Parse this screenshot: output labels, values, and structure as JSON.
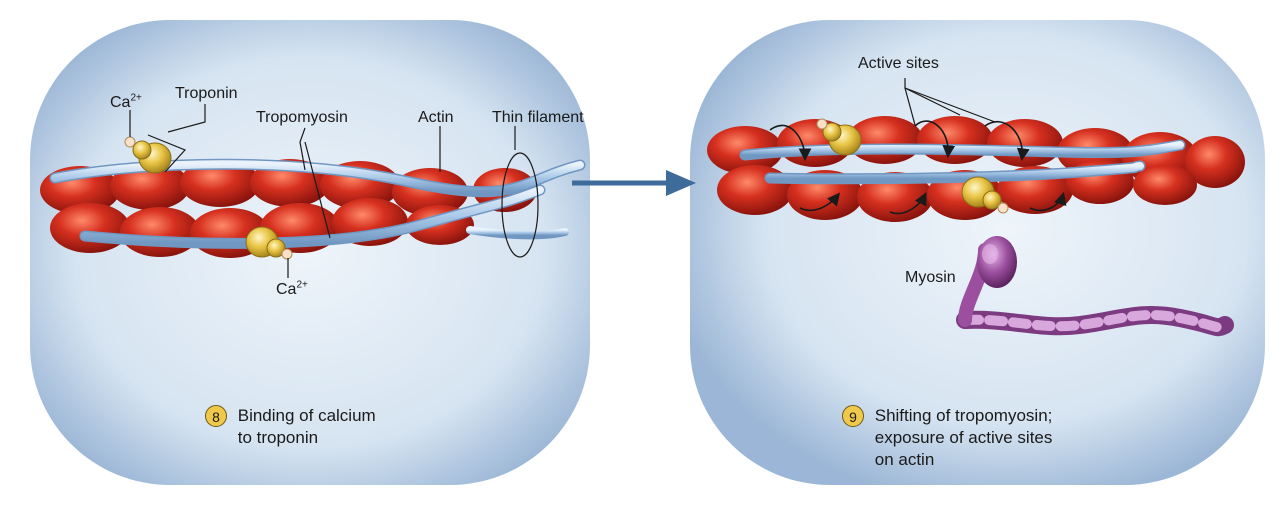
{
  "panel_left": {
    "labels": {
      "ca_top": {
        "base": "Ca",
        "sup": "2+"
      },
      "troponin": "Troponin",
      "tropomyosin": "Tropomyosin",
      "actin": "Actin",
      "thin_filament": "Thin filament",
      "ca_bottom": {
        "base": "Ca",
        "sup": "2+"
      }
    },
    "step": {
      "number": "8",
      "caption": [
        "Binding of calcium",
        "to troponin"
      ]
    }
  },
  "panel_right": {
    "labels": {
      "active_sites": "Active sites",
      "myosin": "Myosin"
    },
    "step": {
      "number": "9",
      "caption": [
        "Shifting of tropomyosin;",
        "exposure of active sites",
        "on actin"
      ]
    }
  },
  "colors": {
    "actin_red": "#c8231a",
    "tropomyosin_blue": "#a9c8e8",
    "troponin_gold": "#e8c545",
    "myosin_purple": "#9b4f9e",
    "arrow_blue": "#3d6b9a",
    "background_blue": "#cddcec"
  }
}
